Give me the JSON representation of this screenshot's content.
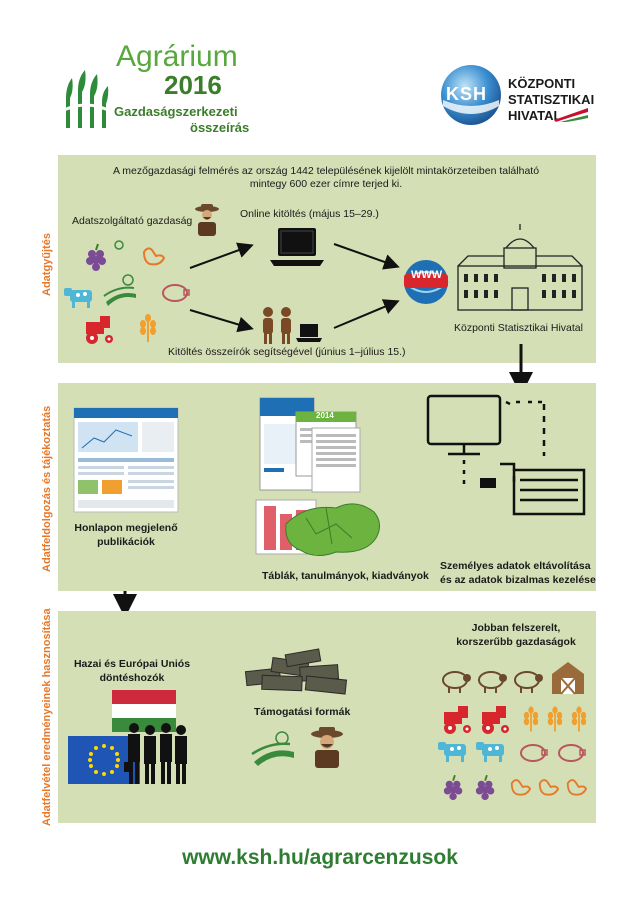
{
  "header": {
    "logo_title": "Agrárium",
    "logo_year": "2016",
    "logo_subtitle_1": "Gazdaságszerkezeti",
    "logo_subtitle_2": "összeírás",
    "ksh_badge": "KSH",
    "ksh_name_1": "KÖZPONTI",
    "ksh_name_2": "STATISZTIKAI",
    "ksh_name_3": "HIVATAL"
  },
  "section1": {
    "side_label": "Adatgyűjtés",
    "intro_1": "A mezőgazdasági felmérés az ország 1442 településének kijelölt mintakörzeteiben található",
    "intro_2": "mintegy 600 ezer címre terjed ki.",
    "provider_label": "Adatszolgáltató gazdaság",
    "online_label": "Online kitöltés (május 15–29.)",
    "assisted_label": "Kitöltés összeírók segítségével (június 1–július 15.)",
    "office_label": "Központi Statisztikai Hivatal",
    "www_text": "WWW"
  },
  "section2": {
    "side_label": "Adatfeldolgozás és tájékoztatás",
    "web_label_1": "Honlapon megjelenő",
    "web_label_2": "publikációk",
    "tables_label": "Táblák, tanulmányok, kiadványok",
    "privacy_label_1": "Személyes adatok eltávolítása",
    "privacy_label_2": "és az adatok bizalmas kezelése",
    "report_year": "2014"
  },
  "section3": {
    "side_label": "Adatfelvétel eredményeinek hasznosítása",
    "decision_label_1": "Hazai és Európai Uniós",
    "decision_label_2": "döntéshozók",
    "support_label": "Támogatási formák",
    "result_label_1": "Jobban felszerelt,",
    "result_label_2": "korszerűbb gazdaságok"
  },
  "footer": {
    "url": "www.ksh.hu/agrarcenzusok"
  },
  "colors": {
    "panel_bg": "#d5dfb5",
    "side_label": "#e6782a",
    "logo_green": "#3a8a3e",
    "url_green": "#2e7d32",
    "ksh_blue": "#1f6fb5"
  }
}
